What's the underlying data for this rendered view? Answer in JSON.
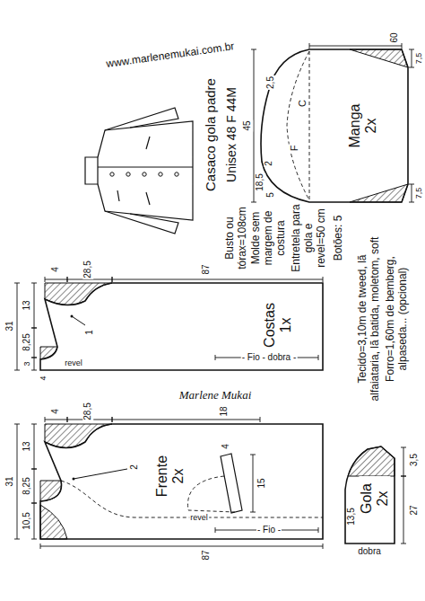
{
  "diagram": {
    "title": "Casaco gola padre",
    "nodes": [
      {
        "text": [
          "Costas 1x"
        ]
      },
      {
        "text": [
          "Frente 2x"
        ]
      },
      {
        "text": [
          "Manga 2x"
        ]
      },
      {
        "text": [
          "Gola 2x"
        ]
      }
    ],
    "labels": [
      "www.marlenemukai.com.br",
      "Unisex 48 F 44M",
      "Busto ou tórax=108cm",
      "Molde sem margem de costura",
      "Entretela para gola e revel=50 cm",
      "Botões: 5",
      "Tecido=3,10m de tweed, lã alfaiataria, lã batida, moletom, soft",
      "Forro=1,60m de bemberg, alpaseda... (opcional)",
      "60",
      "7,5",
      "7,5",
      "45",
      "2,5",
      "C",
      "F",
      "2",
      "18,5",
      "5",
      "87",
      "4",
      "28,5",
      "13",
      "31",
      "8,25",
      "3",
      "4",
      "1",
      "revel",
      "- Fio - dobra -",
      "Marlene Mukai",
      "4",
      "28,5",
      "18",
      "13",
      "31",
      "8,25",
      "10,5",
      "2",
      "4",
      "15",
      "revel",
      "- Fio -",
      "87",
      "3,5",
      "27",
      "13,5",
      "dobra"
    ]
  }
}
